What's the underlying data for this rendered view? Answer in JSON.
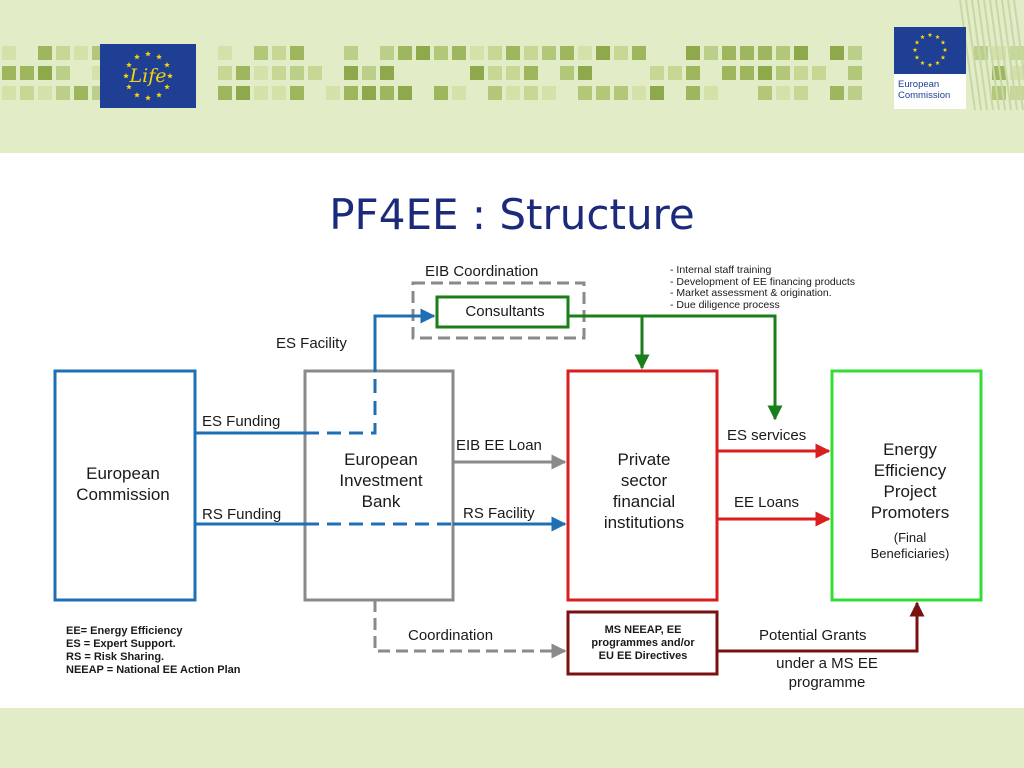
{
  "title": "PF4EE : Structure",
  "header": {
    "life_logo_text": "Life",
    "ec_logo_line1": "European",
    "ec_logo_line2": "Commission"
  },
  "diagram": {
    "nodes": {
      "european_commission": [
        "European",
        "Commission"
      ],
      "eib": [
        "European",
        "Investment",
        "Bank"
      ],
      "private_sector": [
        "Private",
        "sector",
        "financial",
        "institutions"
      ],
      "promoters": [
        "Energy",
        "Efficiency",
        "Project",
        "Promoters"
      ],
      "promoters_note": [
        "(Final",
        "Beneficiaries)"
      ],
      "consultants": "Consultants",
      "ms_neeap": [
        "MS NEEAP, EE",
        "programmes and/or",
        "EU EE Directives"
      ]
    },
    "edge_labels": {
      "eib_coordination": "EIB Coordination",
      "es_facility": "ES Facility",
      "es_funding": "ES Funding",
      "rs_funding": "RS Funding",
      "eib_ee_loan": "EIB EE Loan",
      "rs_facility": "RS Facility",
      "es_services": "ES services",
      "ee_loans": "EE Loans",
      "coordination": "Coordination",
      "potential_grants": "Potential Grants",
      "under_ms_programme": [
        "under a MS EE",
        "programme"
      ]
    },
    "consultant_tasks": [
      "-  Internal staff training",
      "-  Development of EE financing products",
      "-  Market assessment & origination.",
      "-  Due diligence process"
    ],
    "legend": [
      "EE= Energy Efficiency",
      "ES = Expert Support.",
      "RS = Risk Sharing.",
      "NEEAP = National EE Action Plan"
    ]
  },
  "colors": {
    "blue": "#1f6fb4",
    "gray": "#8a8a8a",
    "green": "#1a7f1a",
    "red": "#d81e1e",
    "bright_green": "#33dd33",
    "dark_red": "#7a1010"
  }
}
